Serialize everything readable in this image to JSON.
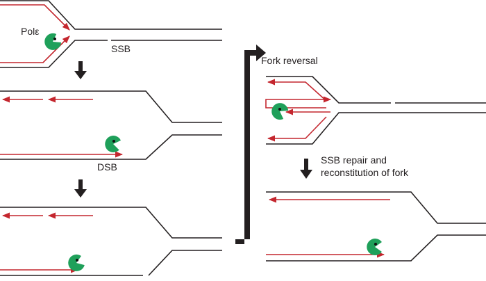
{
  "labels": {
    "pol": "Polε",
    "ssb": "SSB",
    "dsb": "DSB",
    "fork_reversal": "Fork reversal",
    "repair_line1": "SSB repair and",
    "repair_line2": "reconstitution of fork"
  },
  "colors": {
    "parental_dna": "#231f20",
    "nascent_strand": "#c4262e",
    "polymerase": "#1fa05a",
    "arrow": "#231f20"
  },
  "icons": [
    "polymerase-pacman-icon",
    "down-arrow-icon",
    "bracket-arrow-icon"
  ]
}
